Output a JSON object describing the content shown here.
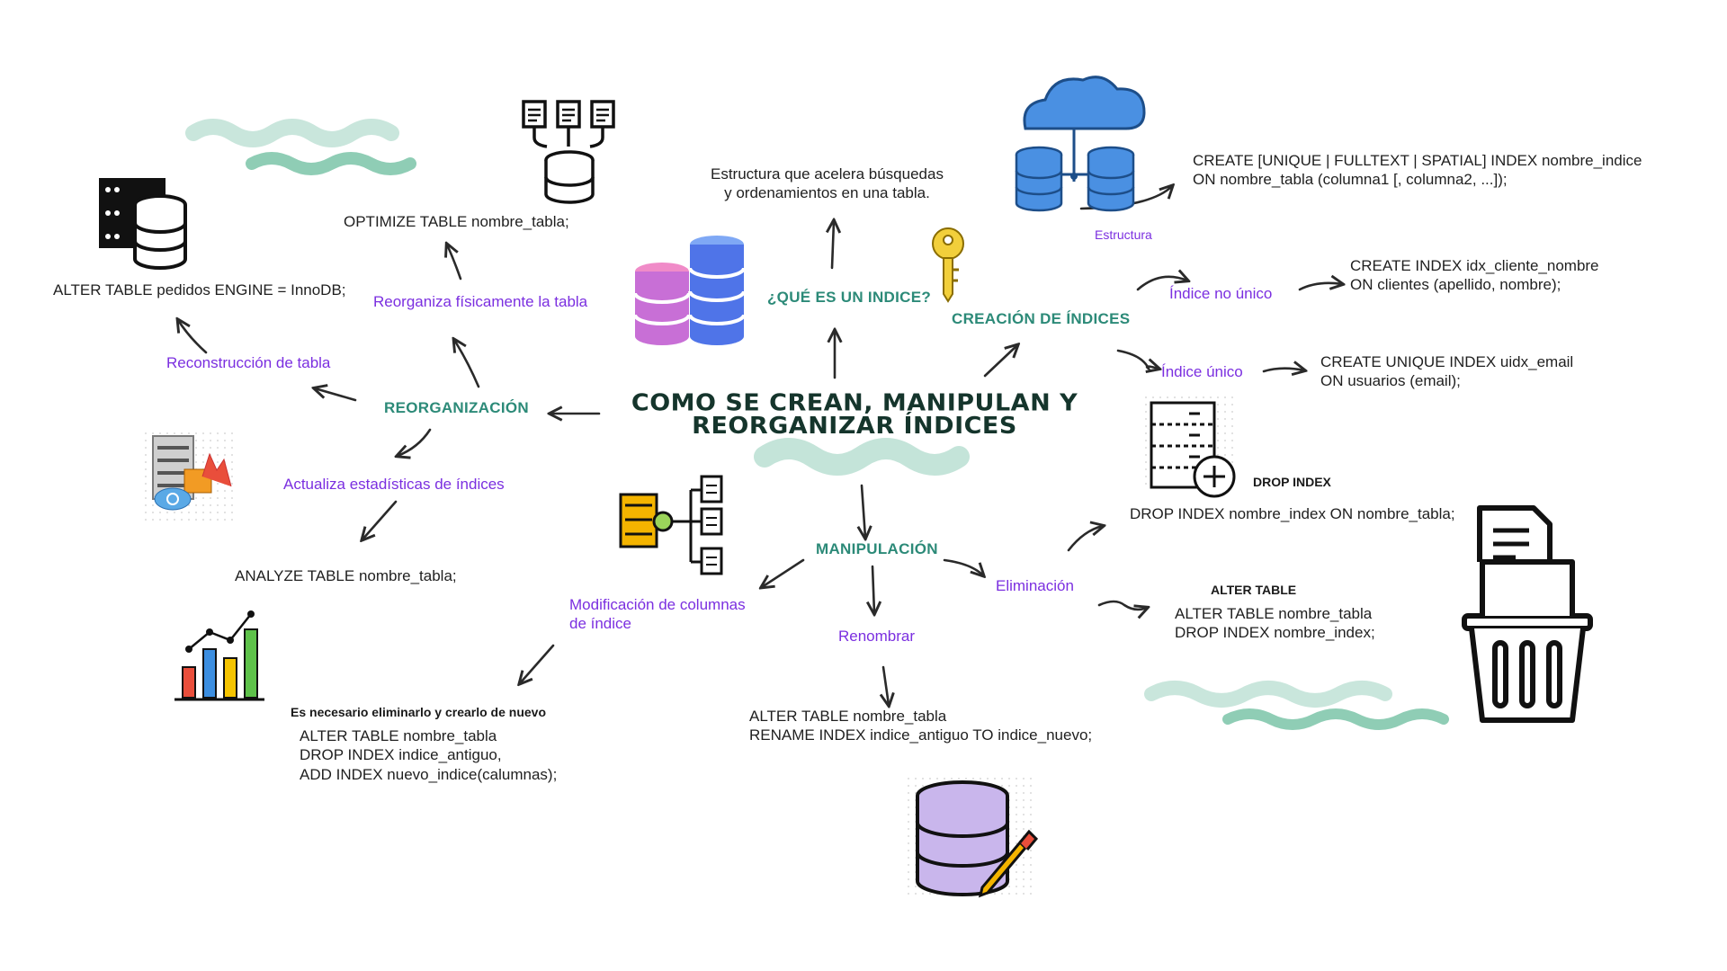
{
  "title": "COMO SE CREAN, MANIPULAN Y REORGANIZAR ÍNDICES",
  "branches": {
    "que_es": {
      "label": "¿QUÉ ES UN INDICE?",
      "desc": "Estructura que acelera búsquedas\ny ordenamientos en una tabla."
    },
    "creacion": {
      "label": "CREACIÓN DE ÍNDICES",
      "estructura": "Estructura",
      "estructura_code": "CREATE [UNIQUE | FULLTEXT | SPATIAL] INDEX nombre_indice\n  ON nombre_tabla (columna1 [, columna2, ...]);",
      "no_unico": "Índice no único",
      "no_unico_code": "CREATE INDEX idx_cliente_nombre\n  ON clientes (apellido, nombre);",
      "unico": "Índice único",
      "unico_code": "CREATE UNIQUE INDEX uidx_email\n  ON usuarios (email);"
    },
    "reorganizacion": {
      "label": "REORGANIZACIÓN",
      "reorganiza": "Reorganiza físicamente la tabla",
      "optimize_code": "OPTIMIZE TABLE nombre_tabla;",
      "reconstruccion": "Reconstrucción de tabla",
      "alter_engine_code": "ALTER TABLE pedidos ENGINE = InnoDB;",
      "estadisticas": "Actualiza estadísticas de índices",
      "analyze_code": "ANALYZE TABLE nombre_tabla;"
    },
    "manipulacion": {
      "label": "MANIPULACIÓN",
      "modificacion": "Modificación  de  columnas\nde índice",
      "modificacion_note": "Es necesario eliminarlo y crearlo de nuevo",
      "modificacion_code": "ALTER TABLE nombre_tabla\nDROP INDEX indice_antiguo,\nADD INDEX nuevo_indice(calumnas);",
      "renombrar": "Renombrar",
      "renombrar_code": "ALTER TABLE nombre_tabla\n RENAME INDEX indice_antiguo TO indice_nuevo;",
      "eliminacion": "Eliminación",
      "drop_index_title": "DROP INDEX",
      "drop_index_code": "DROP INDEX nombre_index ON nombre_tabla;",
      "alter_table_title": "ALTER TABLE",
      "alter_table_code": "ALTER TABLE nombre_tabla\nDROP INDEX nombre_index;"
    }
  },
  "icons": [
    "server-database-icon",
    "documents-to-database-icon",
    "cloud-database-icon",
    "key-icon",
    "stacked-databases-icon",
    "server-monitor-icon",
    "data-hierarchy-icon",
    "bar-chart-icon",
    "server-add-icon",
    "trash-icon",
    "database-edit-icon"
  ],
  "colors": {
    "purple": "#7b2fe0",
    "green": "#2c8a78",
    "wave": "#a9d9c6"
  }
}
